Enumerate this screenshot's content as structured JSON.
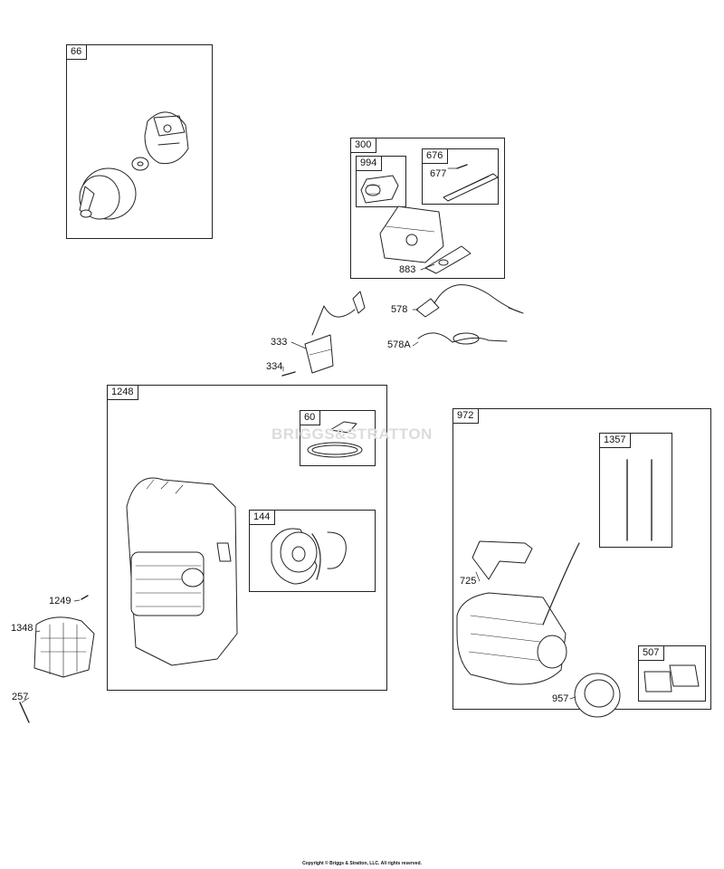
{
  "groups": {
    "g66": "66",
    "g300": "300",
    "g994": "994",
    "g676": "676",
    "g1248": "1248",
    "g60": "60",
    "g144": "144",
    "g972": "972",
    "g1357": "1357",
    "g507": "507"
  },
  "callouts": {
    "c677": "677",
    "c883": "883",
    "c578": "578",
    "c578a": "578A",
    "c333": "333",
    "c334": "334",
    "c1249": "1249",
    "c1348": "1348",
    "c257": "257",
    "c725": "725",
    "c957": "957"
  },
  "watermark": "BRIGGS&STRATTON",
  "footer": "Copyright © Briggs & Stratton, LLC. All rights reserved."
}
